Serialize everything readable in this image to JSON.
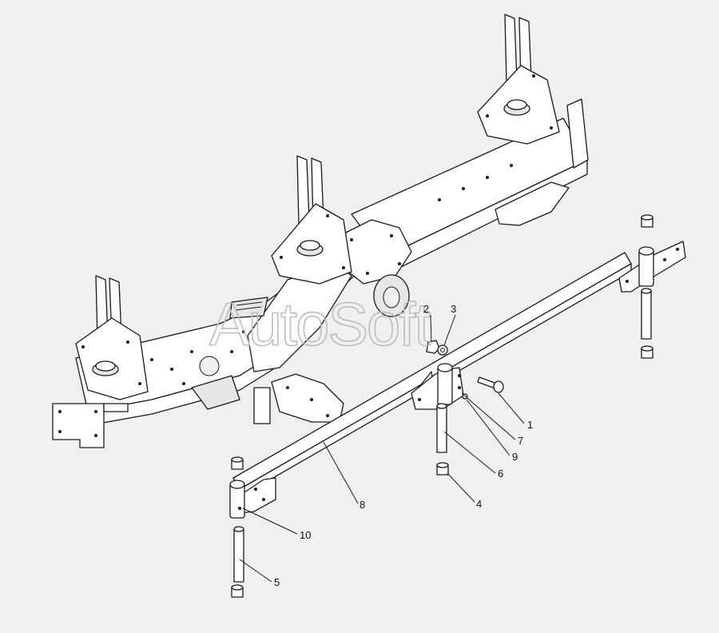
{
  "watermark": "AutoSoft",
  "callouts": [
    {
      "id": "1",
      "label": "1"
    },
    {
      "id": "2",
      "label": "2"
    },
    {
      "id": "3",
      "label": "3"
    },
    {
      "id": "4",
      "label": "4"
    },
    {
      "id": "5",
      "label": "5"
    },
    {
      "id": "6",
      "label": "6"
    },
    {
      "id": "7",
      "label": "7"
    },
    {
      "id": "8",
      "label": "8"
    },
    {
      "id": "9",
      "label": "9"
    },
    {
      "id": "10",
      "label": "10"
    }
  ],
  "colors": {
    "background": "#f0f0f0",
    "line": "#1a1a1a",
    "part_fill": "#ffffff",
    "watermark": "#bdbdbd"
  }
}
